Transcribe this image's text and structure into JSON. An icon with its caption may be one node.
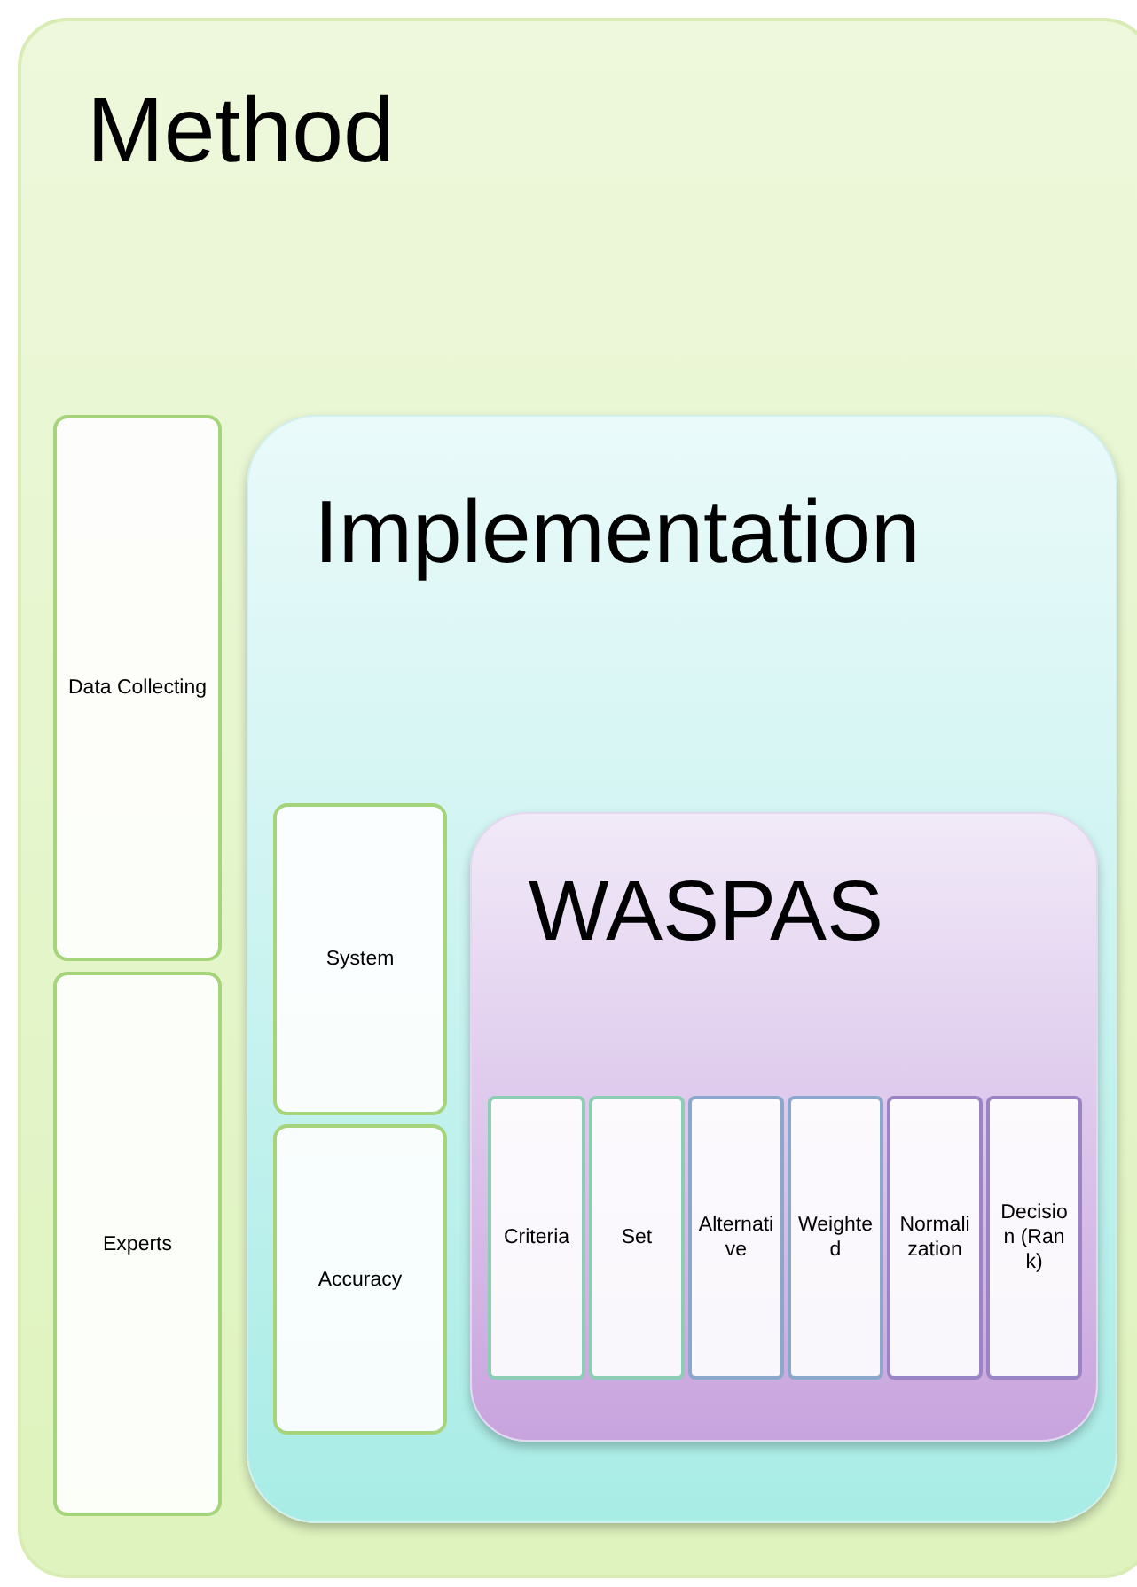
{
  "diagram": {
    "nodes": [
      {
        "text": [
          "Method"
        ]
      },
      {
        "text": [
          "Data Collecting"
        ],
        "in": 0
      },
      {
        "text": [
          "Experts"
        ],
        "in": 0
      },
      {
        "text": [
          "Implementation"
        ],
        "in": 0
      },
      {
        "text": [
          "System"
        ],
        "in": 3
      },
      {
        "text": [
          "Accuracy"
        ],
        "in": 3
      },
      {
        "text": [
          "WASPAS"
        ],
        "in": 3
      },
      {
        "text": [
          "Criteria"
        ],
        "in": 6
      },
      {
        "text": [
          "Set"
        ],
        "in": 6
      },
      {
        "text": [
          "Alternative"
        ],
        "in": 6
      },
      {
        "text": [
          "Weighted"
        ],
        "in": 6
      },
      {
        "text": [
          "Normalization"
        ],
        "in": 6
      },
      {
        "text": [
          "Decision (Rank)"
        ],
        "in": 6
      }
    ]
  }
}
